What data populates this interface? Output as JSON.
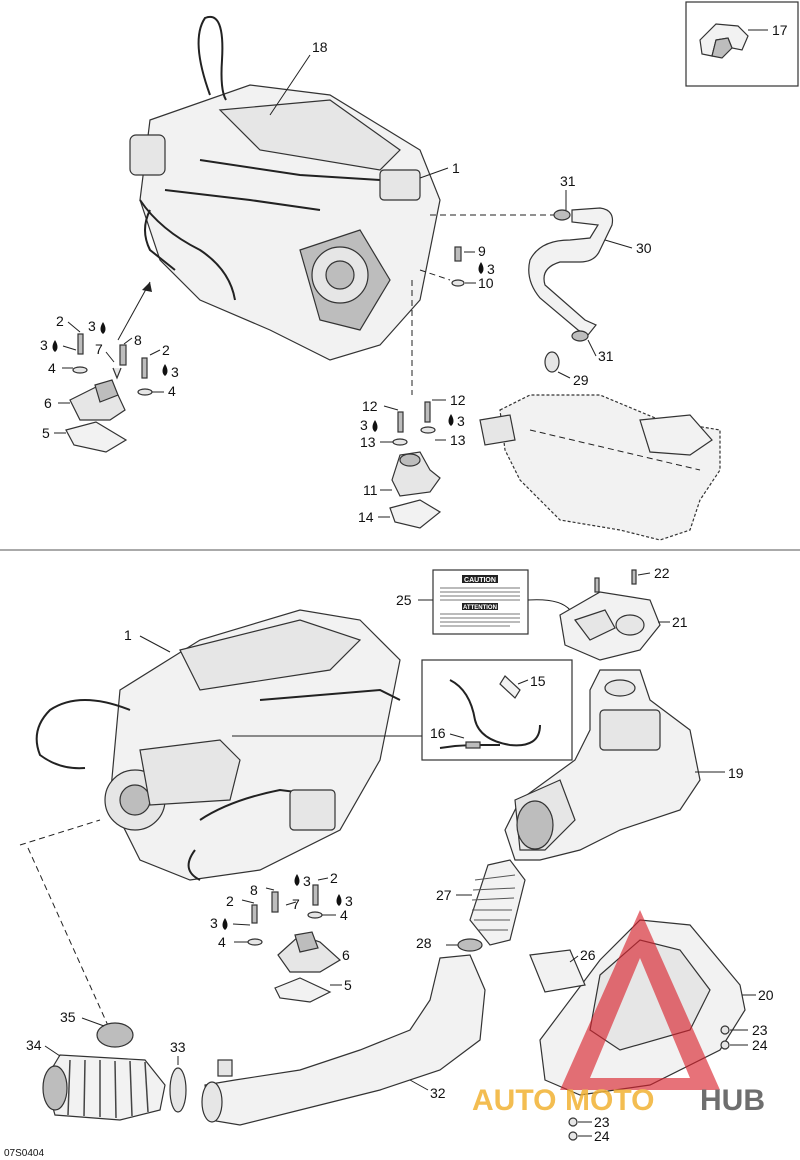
{
  "diagram_code": "07S0404",
  "inset_label": "17",
  "top_section": {
    "labels": {
      "l18": "18",
      "l1": "1",
      "l31a": "31",
      "l30": "30",
      "l9": "9",
      "l3a": "3",
      "l10": "10",
      "l31b": "31",
      "l29": "29",
      "l2a": "2",
      "l3b": "3",
      "l8": "8",
      "l3c": "3",
      "l7": "7",
      "l2b": "2",
      "l4a": "4",
      "l3d": "3",
      "l4b": "4",
      "l6": "6",
      "l5": "5",
      "l12a": "12",
      "l12b": "12",
      "l3e": "3",
      "l3f": "3",
      "l13a": "13",
      "l13b": "13",
      "l11": "11",
      "l14": "14"
    }
  },
  "bottom_section": {
    "labels": {
      "l25": "25",
      "l22": "22",
      "l21": "21",
      "l1": "1",
      "l15": "15",
      "l16": "16",
      "l19": "19",
      "l2a": "2",
      "l8": "8",
      "l3a": "3",
      "l2b": "2",
      "l7": "7",
      "l3b": "3",
      "l3c": "3",
      "l4a": "4",
      "l4b": "4",
      "l6": "6",
      "l5": "5",
      "l27": "27",
      "l28": "28",
      "l26": "26",
      "l20": "20",
      "l35": "35",
      "l34": "34",
      "l33": "33",
      "l32": "32",
      "l23a": "23",
      "l24a": "24",
      "l23b": "23",
      "l24b": "24"
    },
    "caution_label": {
      "title": "CAUTION",
      "subtitle": "ATTENTION"
    }
  },
  "watermark": {
    "part1": "AUTO",
    "part2": "MOTO",
    "part3": "HUB",
    "color_orange": "#f2b233",
    "color_dark": "#555555",
    "color_red": "#d9232e"
  }
}
